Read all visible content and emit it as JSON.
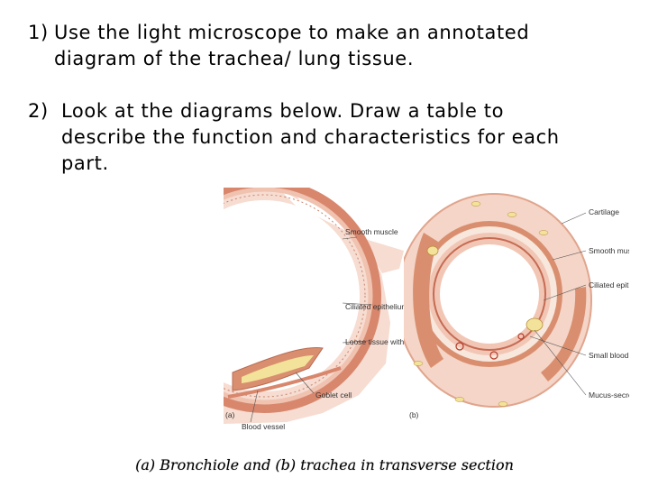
{
  "tasks": [
    {
      "number": "1)",
      "text": "Use the light microscope to make an annotated diagram of the trachea/ lung tissue."
    },
    {
      "number": "2)",
      "text": "Look at the diagrams below. Draw a table to describe the function and characteristics for each part."
    }
  ],
  "figure": {
    "panel_a": {
      "tag": "(a)",
      "labels": {
        "smooth_muscle": "Smooth muscle",
        "ciliated_epithelium": "Ciliated epithelium",
        "loose_tissue": "Loose tissue with elastic fibres",
        "goblet_cell": "Goblet cell",
        "blood_vessel": "Blood vessel"
      }
    },
    "panel_b": {
      "tag": "(b)",
      "labels": {
        "cartilage": "Cartilage",
        "smooth_muscle_elastic": "Smooth muscle and elastic fibres",
        "ciliated_epithelium_goblet": "Ciliated epithelium with goblet cells",
        "small_blood_vessel": "Small blood vessel",
        "mucus_gland": "Mucus-secreting gland"
      }
    }
  },
  "caption": "(a) Bronchiole and (b) trachea in transverse section",
  "colors": {
    "tissue_pink": "#f4d3c6",
    "muscle_red": "#c96f57",
    "epithelium": "#e8b6a4",
    "cartilage_yellow": "#f3e39a"
  }
}
